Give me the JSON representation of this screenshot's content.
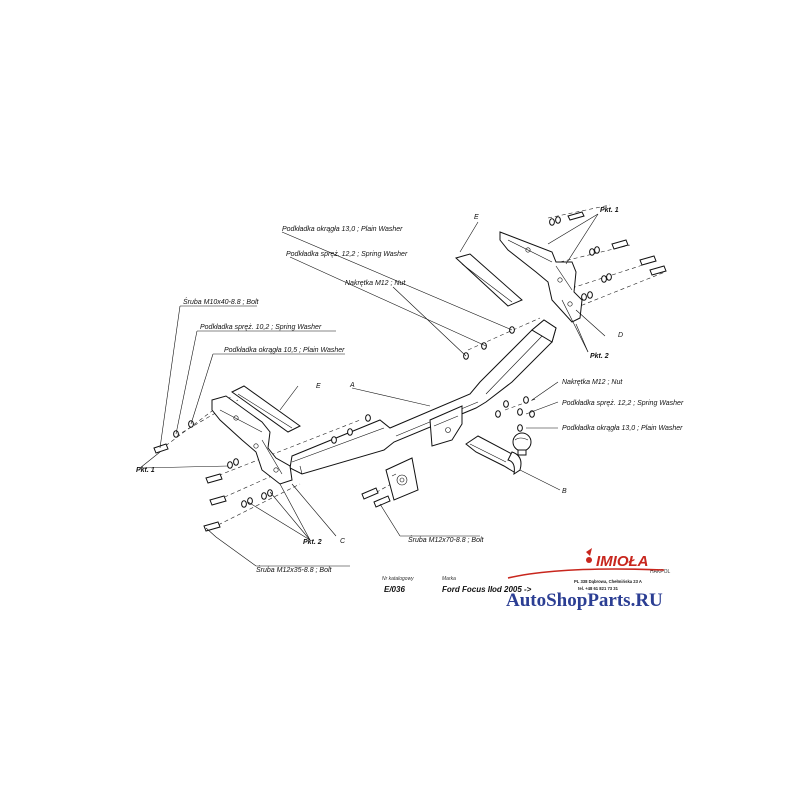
{
  "drawing": {
    "labels": {
      "plain_washer_13_top": "Podkładka okrągła 13,0 ; Plain Washer",
      "spring_washer_12_top": "Podkładka spręż. 12,2 ; Spring Washer",
      "nut_m12_top": "Nakrętka M12 ; Nut",
      "bolt_m10": "Śruba M10x40-8.8 ; Bolt",
      "spring_washer_10": "Podkładka spręż. 10,2 ; Spring Washer",
      "plain_washer_10": "Podkładka okrągła 10,5 ; Plain Washer",
      "nut_m12_right": "Nakrętka M12 ; Nut",
      "spring_washer_12_right": "Podkładka spręż. 12,2 ; Spring Washer",
      "plain_washer_13_right": "Podkładka okrągła 13,0 ; Plain Washer",
      "bolt_m12x70": "Śruba M12x70-8.8 ; Bolt",
      "bolt_m12x35": "Śruba M12x35-8.8 ; Bolt"
    },
    "letters": {
      "E_top": "E",
      "E_left": "E",
      "A": "A",
      "B": "B",
      "C": "C",
      "D": "D"
    },
    "points": {
      "pkt1_top": "Pkt. 1",
      "pkt2_right": "Pkt. 2",
      "pkt1_left": "Pkt. 1",
      "pkt2_left": "Pkt. 2"
    }
  },
  "title_block": {
    "catalog_label": "Nr katalogowy",
    "catalog_value": "E/036",
    "make_label": "Marka",
    "make_value": "Ford Focus II",
    "year_value": "od 2005 ->"
  },
  "brand": {
    "name": "IMIOŁA",
    "sub": "HAKPOL",
    "address_line1": "PL 338 Dąbrowa, Chełmińska 23 A",
    "address_line2": "tel. +48 61 821 73 31"
  },
  "watermark": {
    "text": "AutoShopParts.RU"
  },
  "colors": {
    "brand_red": "#c8261d",
    "watermark_blue": "#2b3e93",
    "line": "#111111"
  }
}
